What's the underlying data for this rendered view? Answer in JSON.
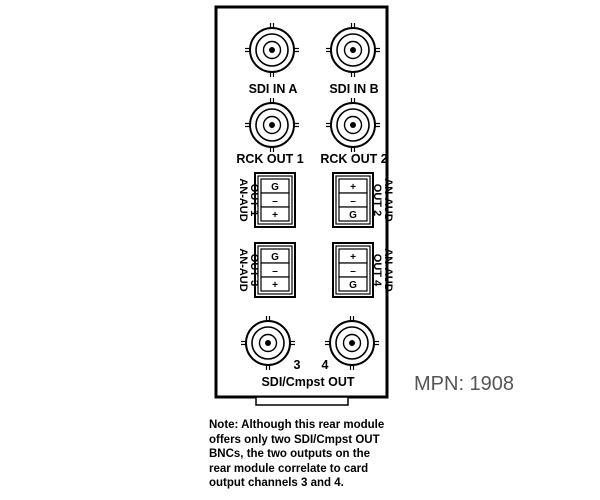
{
  "connectors": {
    "sdi_in_a": "SDI IN A",
    "sdi_in_b": "SDI IN B",
    "rck_out_1": "RCK OUT 1",
    "rck_out_2": "RCK OUT 2",
    "sdi_cmpst_out": "SDI/Cmpst OUT",
    "out_num_3": "3",
    "out_num_4": "4"
  },
  "audio_outputs": {
    "out1": {
      "label_line1": "AN-AUD",
      "label_line2": "OUT 1",
      "pins": [
        "G",
        "–",
        "+"
      ]
    },
    "out2": {
      "label_line1": "AN-AUD",
      "label_line2": "OUT 2",
      "pins": [
        "+",
        "–",
        "G"
      ]
    },
    "out3": {
      "label_line1": "AN-AUD",
      "label_line2": "OUT 3",
      "pins": [
        "G",
        "–",
        "+"
      ]
    },
    "out4": {
      "label_line1": "AN-AUD",
      "label_line2": "OUT 4",
      "pins": [
        "+",
        "–",
        "G"
      ]
    }
  },
  "mpn": "MPN: 1908",
  "note": {
    "lines": [
      "Note: Although this rear module",
      "offers only two SDI/Cmpst OUT",
      "BNCs, the two outputs on the",
      "rear module correlate to card",
      "output channels 3 and 4."
    ]
  }
}
